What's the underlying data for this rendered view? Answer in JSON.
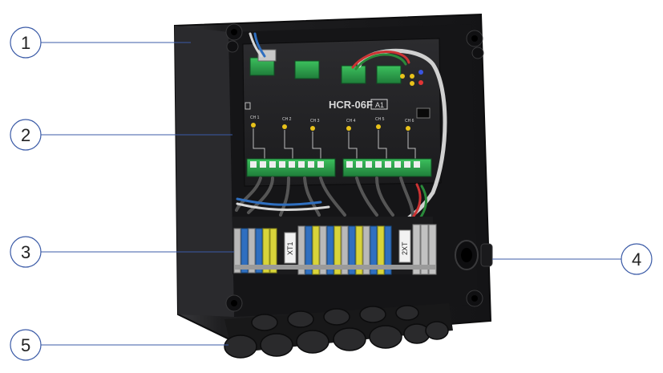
{
  "device": {
    "model": "HCR-06F",
    "panel_tag": "A1",
    "terminal_tag_1": "XT1",
    "terminal_tag_2": "2XT",
    "channel_labels": [
      "CH 1",
      "CH 2",
      "CH 3",
      "CH 4",
      "CH 5",
      "CH 6"
    ]
  },
  "callouts": [
    "1",
    "2",
    "3",
    "4",
    "5"
  ],
  "colors": {
    "enclosure": "#1f1f21",
    "panel": "#2b2b2d",
    "terminal_green": "#2fa84f",
    "terminal_blue": "#2f6fc0",
    "terminal_yellow": "#d8d43a",
    "terminal_grey": "#b9b9b9",
    "callout_line": "#3b5ba7"
  }
}
